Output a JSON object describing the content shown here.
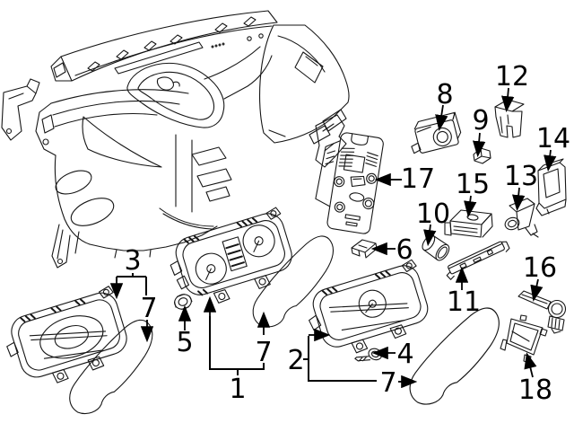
{
  "figure": {
    "type": "exploded-parts-diagram",
    "subject": "instrument-panel-cluster-components",
    "background_color": "#ffffff",
    "line_color": "#161616",
    "label_color": "#000000"
  },
  "labels": {
    "n1": "1",
    "n2": "2",
    "n3": "3",
    "n4": "4",
    "n5": "5",
    "n6": "6",
    "n7": "7",
    "n8": "8",
    "n9": "9",
    "n10": "10",
    "n11": "11",
    "n12": "12",
    "n13": "13",
    "n14": "14",
    "n15": "15",
    "n16": "16",
    "n17": "17",
    "n18": "18"
  }
}
